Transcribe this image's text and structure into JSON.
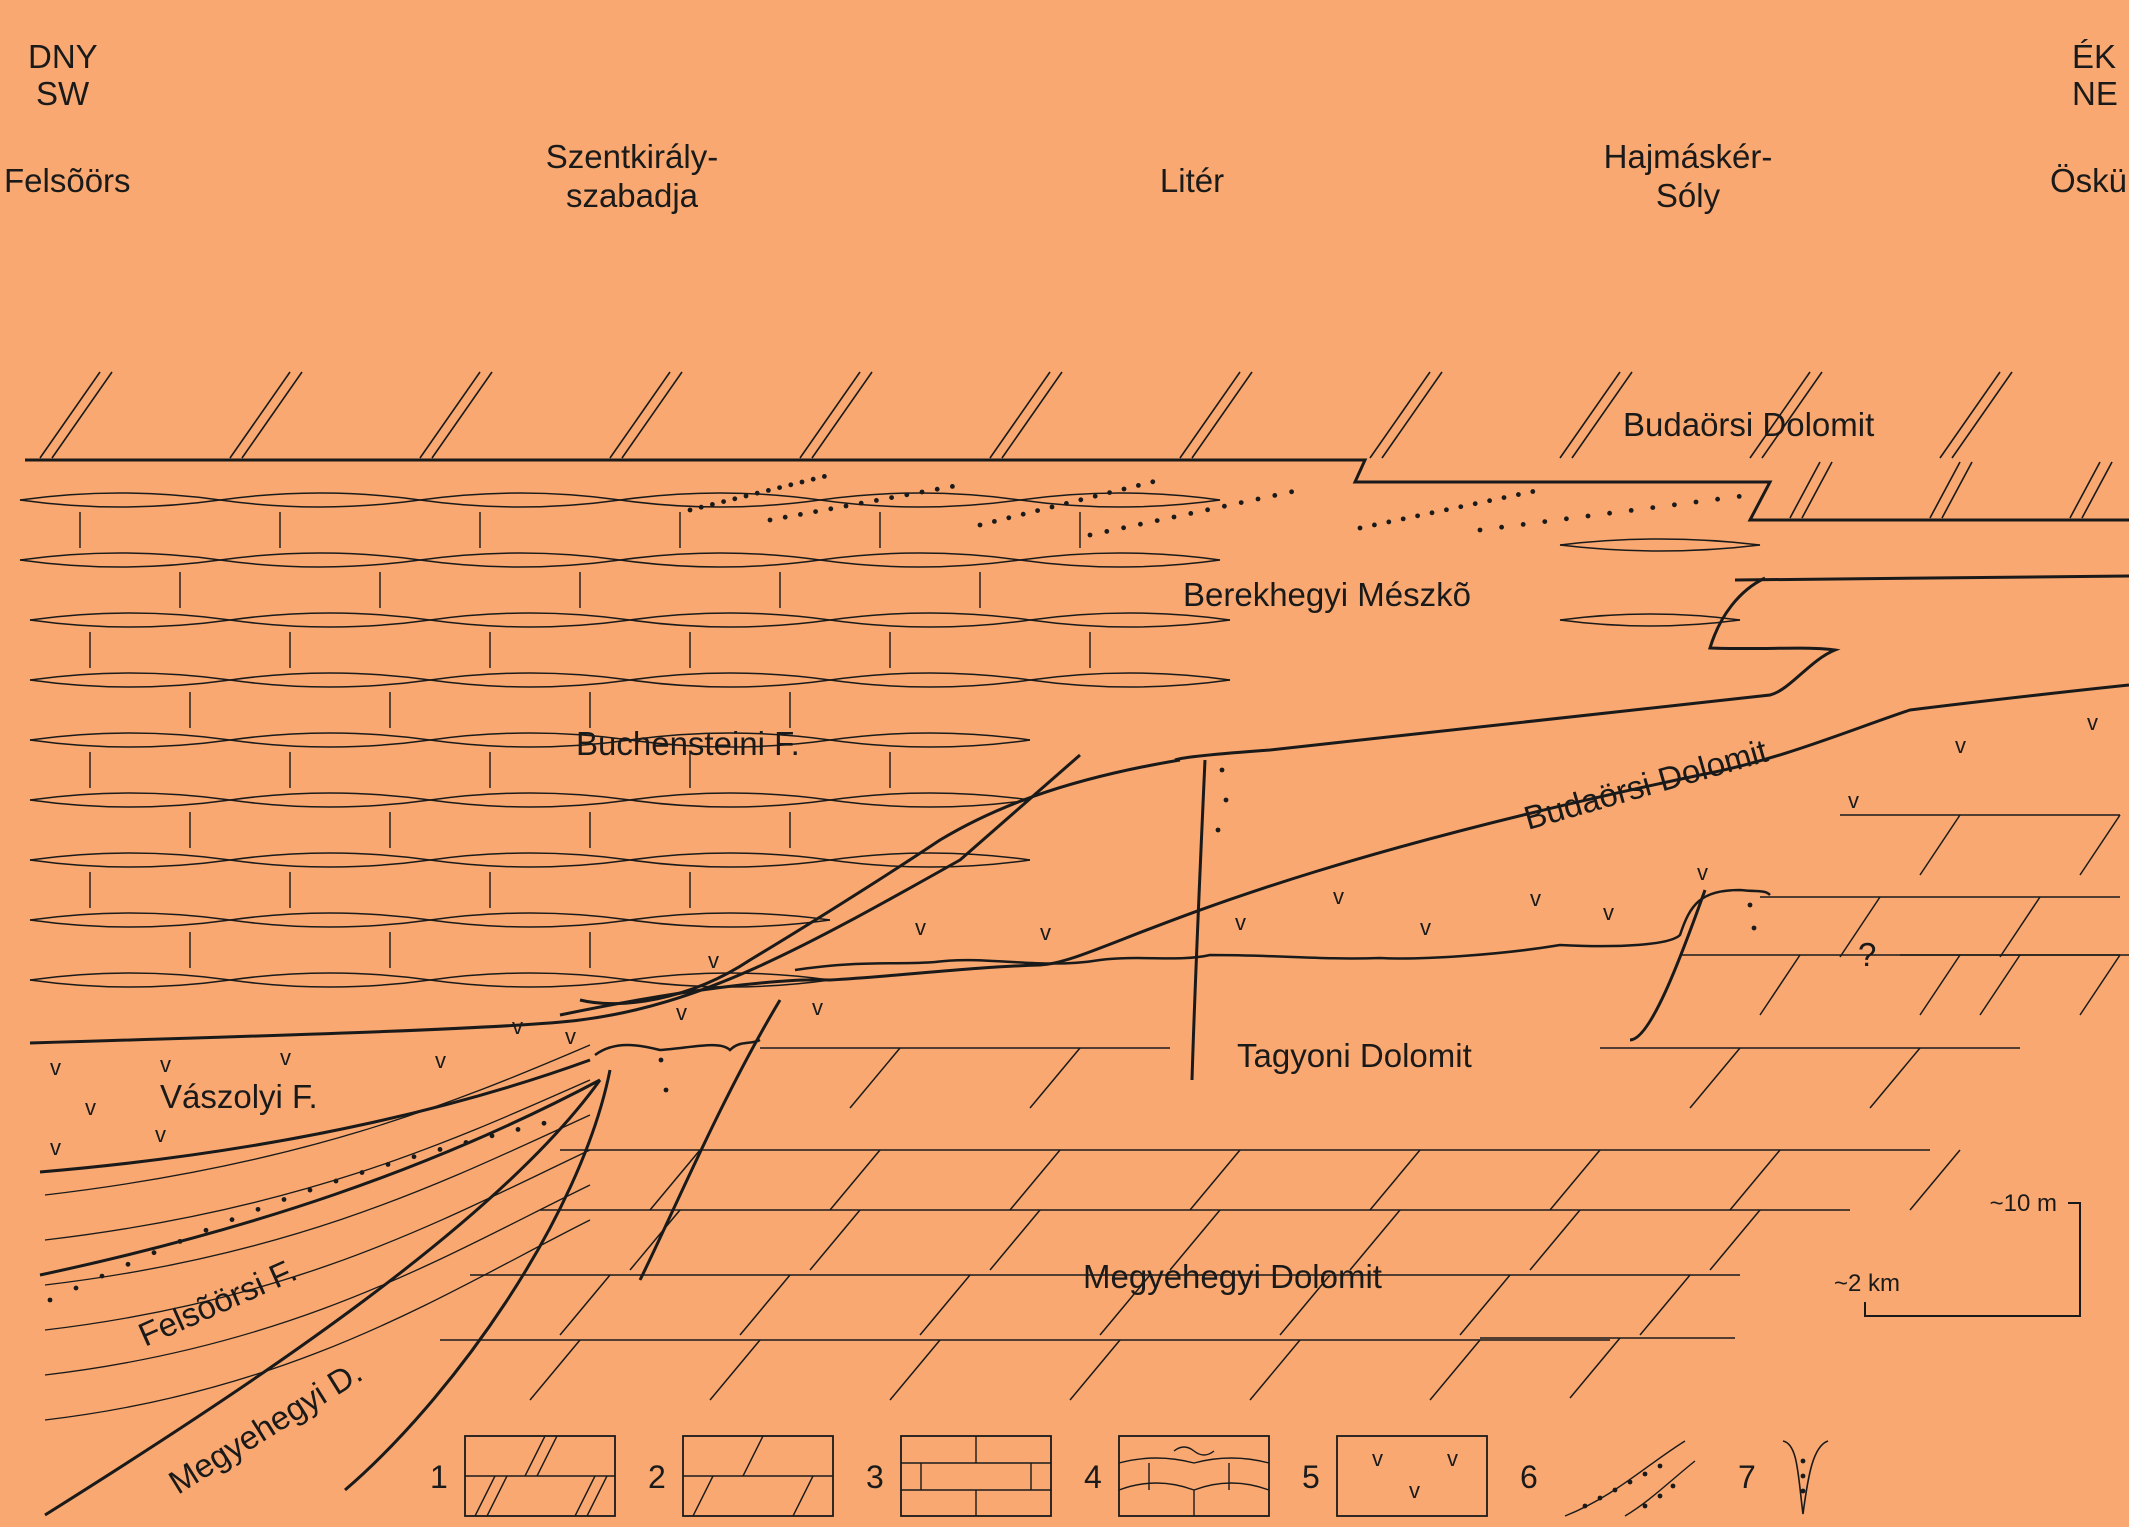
{
  "header": {
    "dir_left_1": "DNY",
    "dir_left_2": "SW",
    "dir_right_1": "ÉK",
    "dir_right_2": "NE",
    "loc1": "Felsõörs",
    "loc2a": "Szentkirály-",
    "loc2b": "szabadja",
    "loc3": "Litér",
    "loc4a": "Hajmáskér-",
    "loc4b": "Sóly",
    "loc5": "Öskü"
  },
  "units": {
    "budaorsi_top": "Budaörsi Dolomit",
    "berekhegyi": "Berekhegyi Mészkõ",
    "buchensteini": "Buchensteini F.",
    "budaorsi_mid": "Budaörsi Dolomit",
    "question": "?",
    "tagyoni": "Tagyoni Dolomit",
    "vaszolyi": "Vászolyi F.",
    "felsoorsi": "Felsõörsi F.",
    "megyehegyi_d": "Megyehegyi D.",
    "megyehegyi": "Megyehegyi Dolomit"
  },
  "scale": {
    "vertical": "~10 m",
    "horizontal": "~2 km"
  },
  "legend": {
    "items": [
      {
        "number": "1",
        "pattern": "dolomite-thick-bedded"
      },
      {
        "number": "2",
        "pattern": "dolomite-bedded"
      },
      {
        "number": "3",
        "pattern": "limestone"
      },
      {
        "number": "4",
        "pattern": "nodular-limestone"
      },
      {
        "number": "5",
        "pattern": "volcanic-tuff"
      },
      {
        "number": "6",
        "pattern": "siliciclastic-sand"
      },
      {
        "number": "7",
        "pattern": "neptunian-dyke"
      }
    ]
  },
  "colors": {
    "background": "#F8A870",
    "line": "#1a1a1a"
  }
}
